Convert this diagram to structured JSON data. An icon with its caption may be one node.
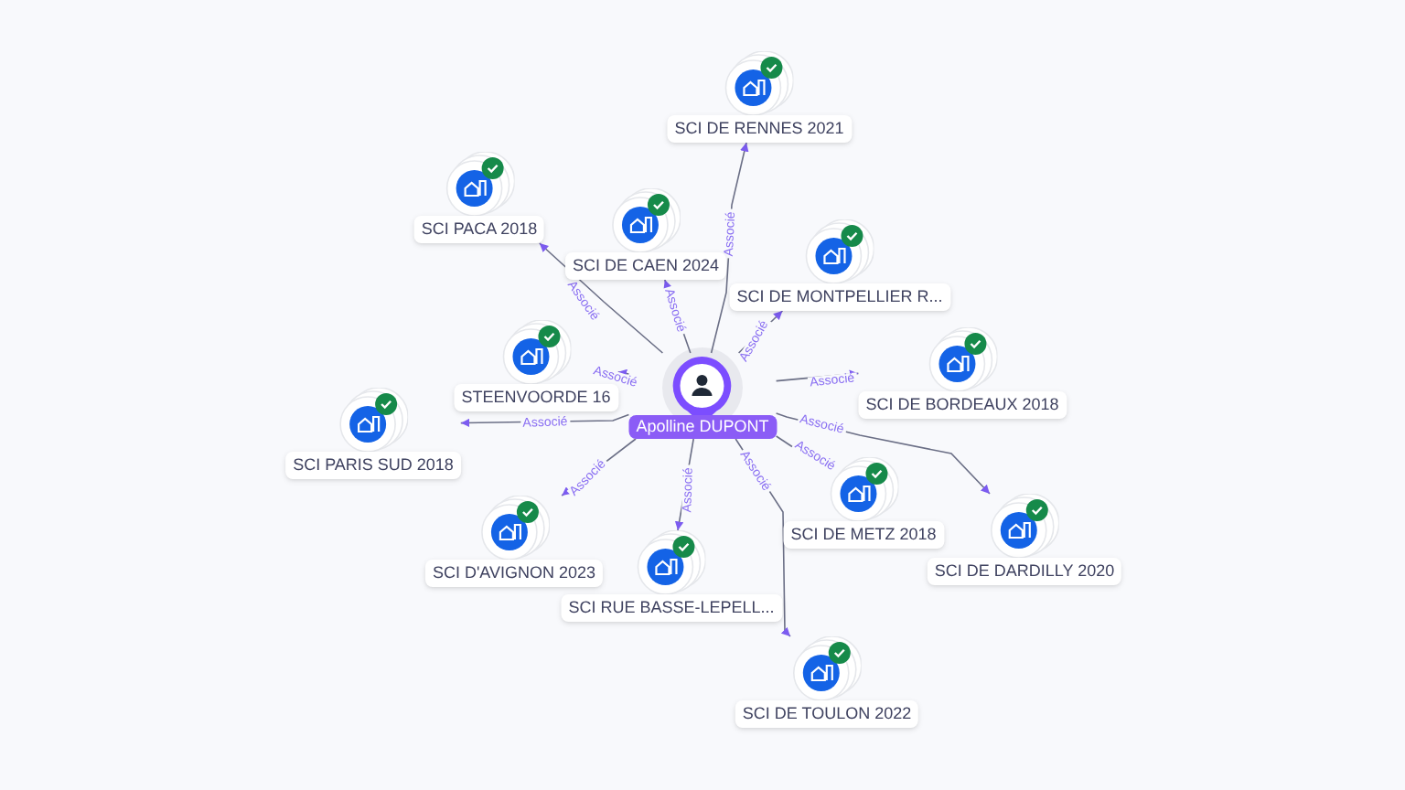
{
  "diagram": {
    "nodes": [
      {
        "text": [
          "Apolline DUPONT"
        ]
      },
      {
        "text": [
          "SCI DE RENNES 2021"
        ]
      },
      {
        "text": [
          "SCI PACA 2018"
        ]
      },
      {
        "text": [
          "SCI DE CAEN 2024"
        ]
      },
      {
        "text": [
          "SCI DE MONTPELLIER R..."
        ]
      },
      {
        "text": [
          "STEENVOORDE 16"
        ]
      },
      {
        "text": [
          "SCI DE BORDEAUX 2018"
        ]
      },
      {
        "text": [
          "SCI PARIS SUD 2018"
        ]
      },
      {
        "text": [
          "SCI DE METZ 2018"
        ]
      },
      {
        "text": [
          "SCI DE DARDILLY 2020"
        ]
      },
      {
        "text": [
          "SCI D'AVIGNON 2023"
        ]
      },
      {
        "text": [
          "SCI RUE BASSE-LEPELL..."
        ]
      },
      {
        "text": [
          "SCI DE TOULON 2022"
        ]
      }
    ],
    "edges": [
      {
        "from": 0,
        "to": 1,
        "arrow": "to",
        "label": "Associé"
      },
      {
        "from": 0,
        "to": 2,
        "arrow": "to",
        "label": "Associé"
      },
      {
        "from": 0,
        "to": 3,
        "arrow": "to",
        "label": "Associé"
      },
      {
        "from": 0,
        "to": 4,
        "arrow": "to",
        "label": "Associé"
      },
      {
        "from": 0,
        "to": 5,
        "arrow": "to",
        "label": "Associé"
      },
      {
        "from": 0,
        "to": 6,
        "arrow": "to",
        "label": "Associé"
      },
      {
        "from": 0,
        "to": 7,
        "arrow": "to",
        "label": "Associé"
      },
      {
        "from": 0,
        "to": 8,
        "arrow": "to",
        "label": "Associé"
      },
      {
        "from": 0,
        "to": 9,
        "arrow": "to",
        "label": "Associé"
      },
      {
        "from": 0,
        "to": 10,
        "arrow": "to",
        "label": "Associé"
      },
      {
        "from": 0,
        "to": 11,
        "arrow": "to",
        "label": "Associé"
      },
      {
        "from": 0,
        "to": 12,
        "arrow": "to",
        "label": "Associé"
      }
    ]
  }
}
